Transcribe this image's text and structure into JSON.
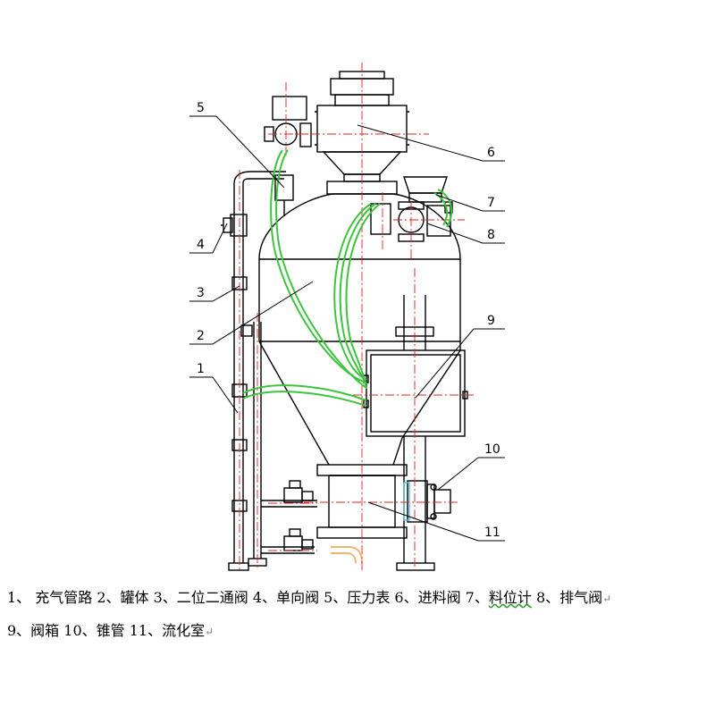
{
  "diagram": {
    "labels": {
      "l1": "1",
      "l2": "2",
      "l3": "3",
      "l4": "4",
      "l5": "5",
      "l6": "6",
      "l7": "7",
      "l8": "8",
      "l9": "9",
      "l10": "10",
      "l11": "11"
    }
  },
  "caption": {
    "line1_a": "1、 充气管路 2、罐体 3、二位二通阀 4、单向阀 5、压力表 6、进料阀 7、",
    "line1_b": "料位计",
    "line1_c": " 8、排气阀",
    "line2": "9、阀箱 10、锥管 11、流化室",
    "return_mark": "↵"
  },
  "colors": {
    "line": "#000000",
    "centerline": "#e02020",
    "hose": "#3cc43c",
    "pipe_accent": "#e8b870",
    "flange": "#5bc0e0"
  }
}
